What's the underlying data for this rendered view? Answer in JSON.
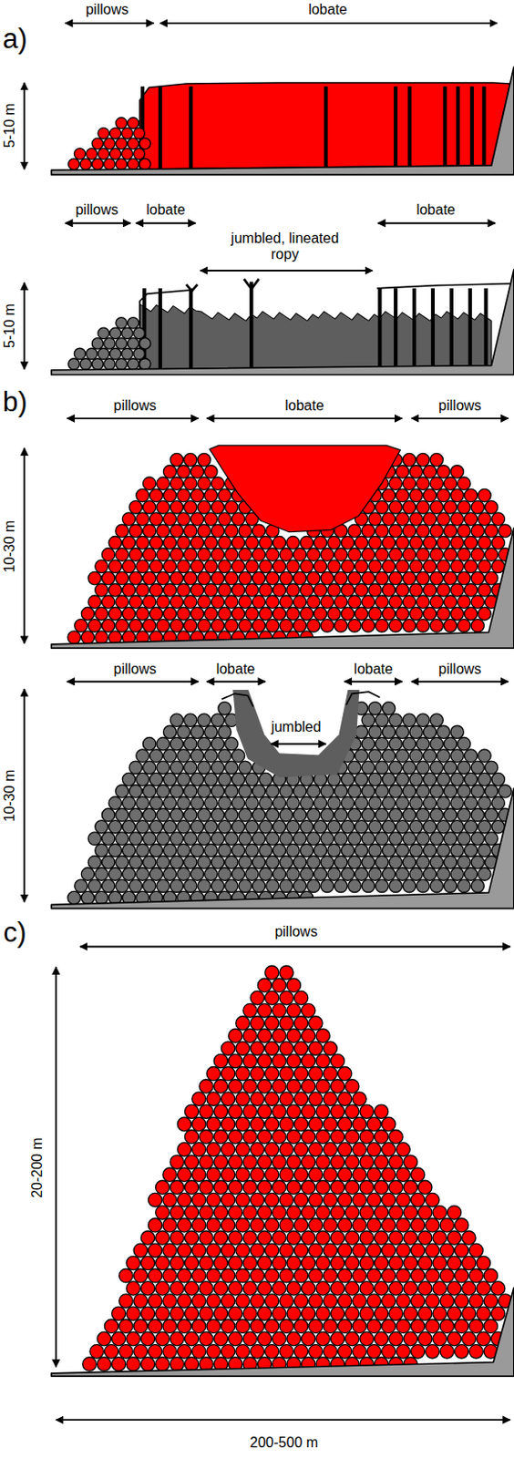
{
  "diagram": {
    "labels": [
      "a)",
      "pillows",
      "lobate",
      "5-10 m",
      "pillows",
      "lobate",
      "jumbled, lineated ropy",
      "lobate",
      "5-10 m",
      "b)",
      "pillows",
      "lobate",
      "pillows",
      "10-30 m",
      "pillows",
      "lobate",
      "jumbled",
      "lobate",
      "pillows",
      "10-30 m",
      "c)",
      "pillows",
      "20-200 m",
      "200-500 m"
    ]
  }
}
